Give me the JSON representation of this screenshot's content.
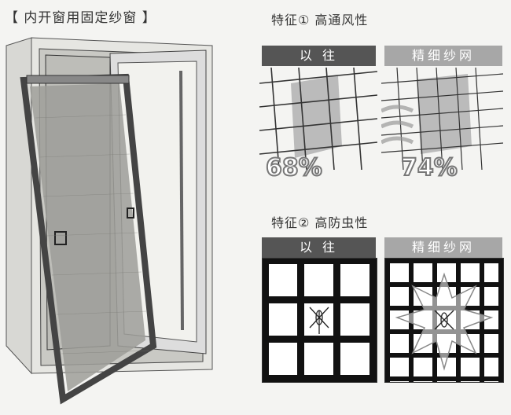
{
  "title": "【 内开窗用固定纱窗 】",
  "feature1": {
    "label": "特征① 高通风性",
    "left": {
      "header": "以  往",
      "percent": "68%"
    },
    "right": {
      "header": "精细纱网",
      "percent": "74%"
    }
  },
  "feature2": {
    "label": "特征② 高防虫性",
    "left": {
      "header": "以  往"
    },
    "right": {
      "header": "精细纱网"
    }
  }
}
